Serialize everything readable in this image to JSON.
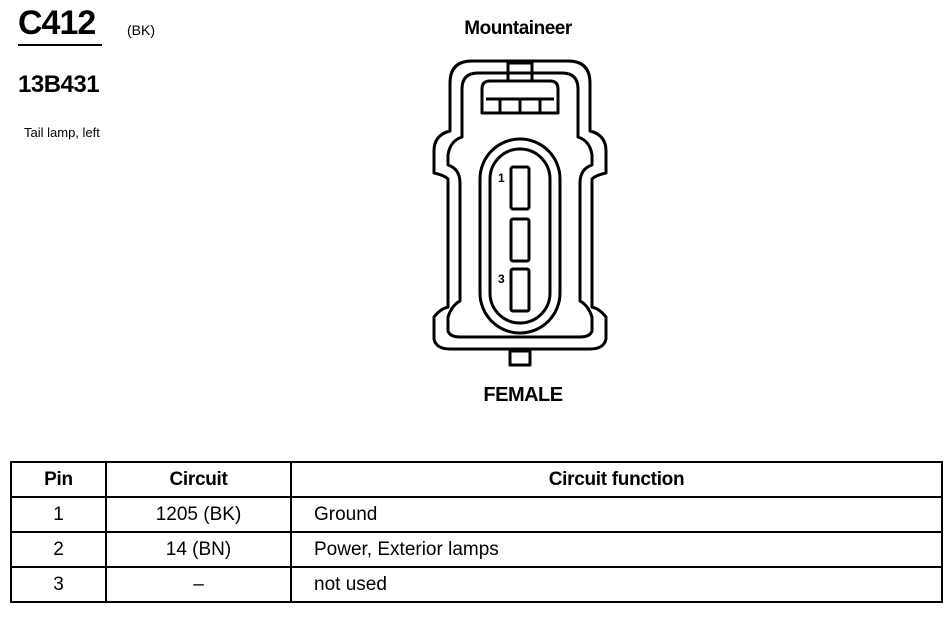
{
  "header": {
    "connector_id": "C412",
    "connector_color": "(BK)",
    "part_number": "13B431",
    "description": "Tail lamp, left"
  },
  "diagram": {
    "vehicle": "Mountaineer",
    "gender": "FEMALE",
    "pin_labels": {
      "pin1": "1",
      "pin3": "3"
    }
  },
  "table": {
    "headers": {
      "pin": "Pin",
      "circuit": "Circuit",
      "function": "Circuit function"
    },
    "rows": [
      {
        "pin": "1",
        "circuit": "1205 (BK)",
        "function": "Ground"
      },
      {
        "pin": "2",
        "circuit": "14 (BN)",
        "function": "Power, Exterior lamps"
      },
      {
        "pin": "3",
        "circuit": "–",
        "function": "not used"
      }
    ]
  }
}
